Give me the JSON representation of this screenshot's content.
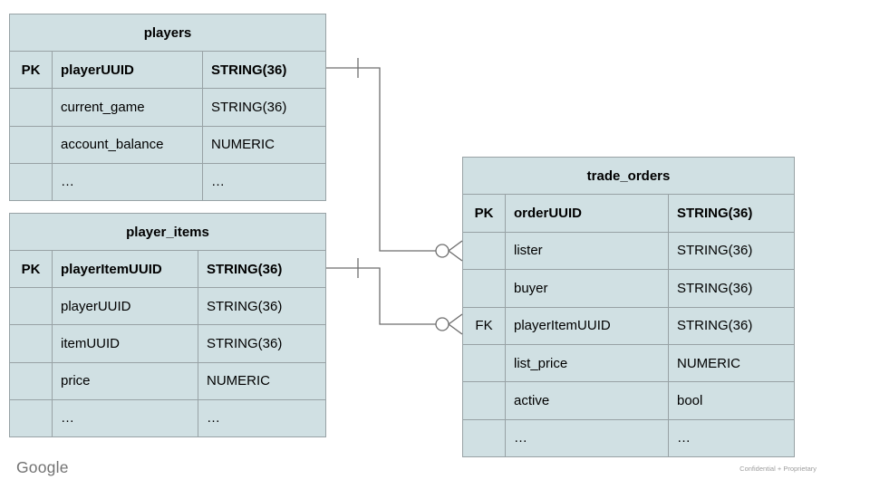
{
  "page": {
    "footer_brand": "Google",
    "footer_note": "Confidential + Proprietary"
  },
  "colors": {
    "cell_fill": "#d0e0e3",
    "grid_border": "#98a2a5",
    "connector": "#6e6e6e",
    "text": "#000000",
    "brand_text": "#737373",
    "note_text": "#9e9e9e",
    "background": "#ffffff"
  },
  "tables": [
    {
      "title": "players",
      "rows": [
        {
          "key": "PK",
          "name": "playerUUID",
          "type": "STRING(36)"
        },
        {
          "key": "",
          "name": "current_game",
          "type": "STRING(36)"
        },
        {
          "key": "",
          "name": "account_balance",
          "type": "NUMERIC"
        },
        {
          "key": "",
          "name": "…",
          "type": "…"
        }
      ]
    },
    {
      "title": "player_items",
      "rows": [
        {
          "key": "PK",
          "name": "playerItemUUID",
          "type": "STRING(36)"
        },
        {
          "key": "",
          "name": "playerUUID",
          "type": "STRING(36)"
        },
        {
          "key": "",
          "name": "itemUUID",
          "type": "STRING(36)"
        },
        {
          "key": "",
          "name": "price",
          "type": "NUMERIC"
        },
        {
          "key": "",
          "name": "…",
          "type": "…"
        }
      ]
    },
    {
      "title": "trade_orders",
      "rows": [
        {
          "key": "PK",
          "name": "orderUUID",
          "type": "STRING(36)"
        },
        {
          "key": "",
          "name": "lister",
          "type": "STRING(36)"
        },
        {
          "key": "",
          "name": "buyer",
          "type": "STRING(36)"
        },
        {
          "key": "FK",
          "name": "playerItemUUID",
          "type": "STRING(36)"
        },
        {
          "key": "",
          "name": "list_price",
          "type": "NUMERIC"
        },
        {
          "key": "",
          "name": "active",
          "type": "bool"
        },
        {
          "key": "",
          "name": "…",
          "type": "…"
        }
      ]
    }
  ],
  "relationships": [
    {
      "from_table": "players",
      "from_field": "playerUUID",
      "to_table": "trade_orders",
      "to_field": "lister",
      "from_cardinality": "one",
      "to_cardinality": "zero-or-many"
    },
    {
      "from_table": "player_items",
      "from_field": "playerItemUUID",
      "to_table": "trade_orders",
      "to_field": "playerItemUUID",
      "from_cardinality": "one",
      "to_cardinality": "zero-or-many"
    }
  ]
}
